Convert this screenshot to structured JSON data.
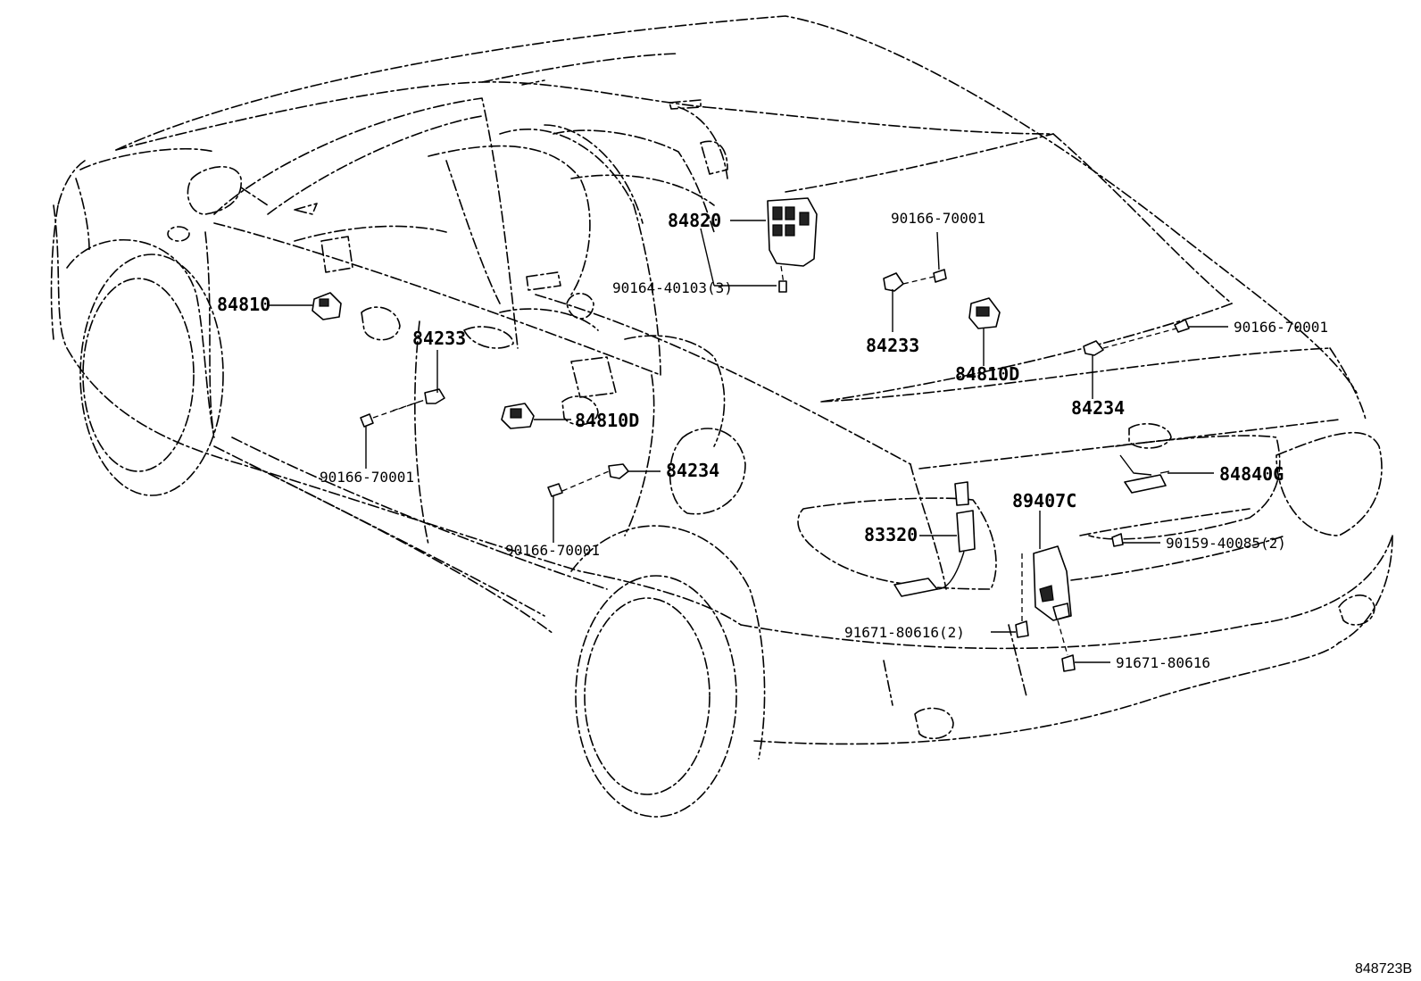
{
  "diagram": {
    "drawing_code": "848723B",
    "callouts": {
      "c84820": "84820",
      "c90166_a": "90166-70001",
      "c90164": "90164-40103(3)",
      "c84810": "84810",
      "c84233_a": "84233",
      "c84233_b": "84233",
      "c84810D_a": "84810D",
      "c84810D_b": "84810D",
      "c90166_b": "90166-70001",
      "c84234_a": "84234",
      "c84234_b": "84234",
      "c90166_c": "90166-70001",
      "c90166_d": "90166-70001",
      "c84840G": "84840G",
      "c89407C": "89407C",
      "c83320": "83320",
      "c90159": "90159-40085(2)",
      "c91671_a": "91671-80616(2)",
      "c91671_b": "91671-80616"
    }
  }
}
